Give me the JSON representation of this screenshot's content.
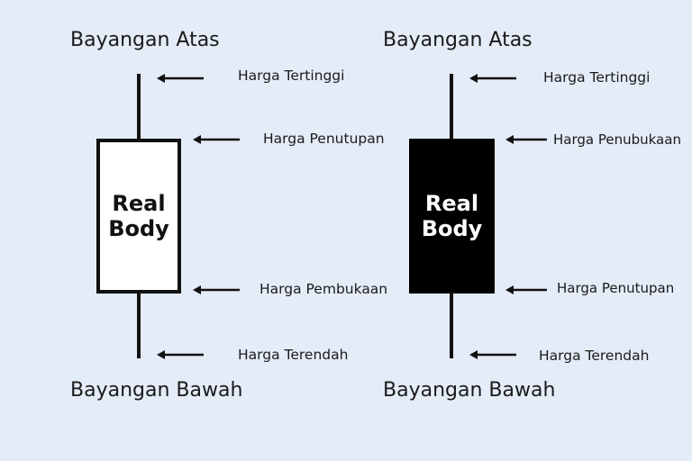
{
  "background_color": "#e4ecf8",
  "candles": [
    {
      "type": "bullish",
      "body_color": "#ffffff",
      "upper_shadow_label": "Bayangan Atas",
      "lower_shadow_label": "Bayangan Bawah",
      "body_label": "Real Body",
      "labels": {
        "high": "Harga Tertinggi",
        "body_top": "Harga Penutupan",
        "body_bottom": "Harga Pembukaan",
        "low": "Harga Terendah"
      }
    },
    {
      "type": "bearish",
      "body_color": "#000000",
      "upper_shadow_label": "Bayangan Atas",
      "lower_shadow_label": "Bayangan Bawah",
      "body_label": "Real Body",
      "labels": {
        "high": "Harga Tertinggi",
        "body_top": "Harga Penubukaan",
        "body_bottom": "Harga Penutupan",
        "low": "Harga Terendah"
      }
    }
  ],
  "icons": [
    "arrow-left-icon"
  ]
}
